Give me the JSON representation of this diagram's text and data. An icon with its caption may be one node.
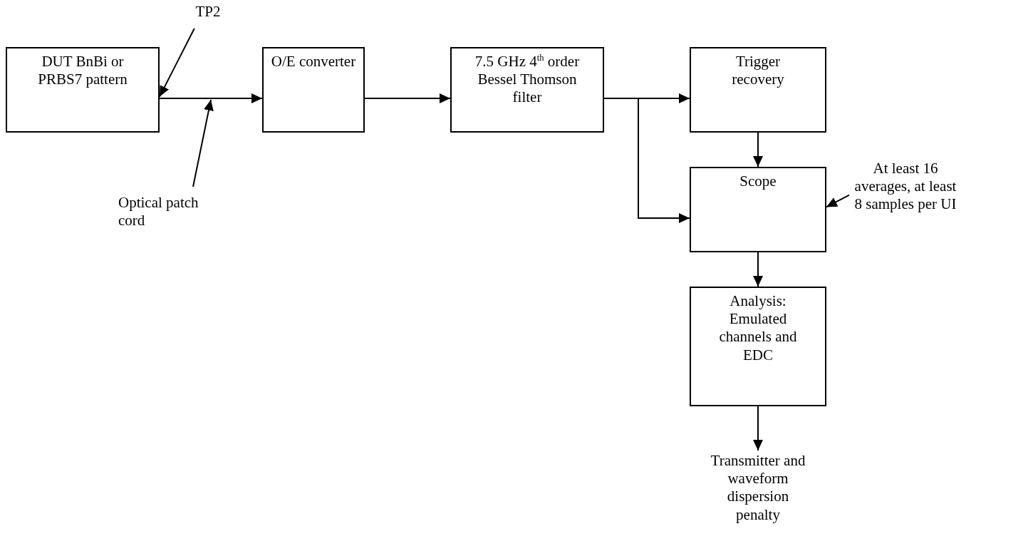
{
  "diagram": {
    "nodes": [
      {
        "text": [
          "DUT BnBi or PRBS7 pattern"
        ]
      },
      {
        "text": [
          "O/E converter"
        ]
      },
      {
        "text": [
          "7.5 GHz 4$^{th}$ order Bessel Thomson filter"
        ]
      },
      {
        "text": [
          "Trigger recovery"
        ]
      },
      {
        "text": [
          "Scope"
        ]
      },
      {
        "text": [
          "Analysis: Emulated channels and EDC"
        ]
      },
      {
        "text": [
          "Transmitter and waveform dispersion penalty"
        ]
      },
      {
        "text": [
          "TP2"
        ]
      },
      {
        "text": [
          "Optical patch cord"
        ]
      },
      {
        "text": [
          "At least 16 averages, at least 8 samples per UI"
        ]
      }
    ],
    "edges": [
      {
        "from": 0,
        "to": 1,
        "arrow": "to"
      },
      {
        "from": 1,
        "to": 2,
        "arrow": "to"
      },
      {
        "from": 2,
        "to": 3,
        "arrow": "to"
      },
      {
        "from": 2,
        "to": 4,
        "arrow": "to"
      },
      {
        "from": 3,
        "to": 4,
        "arrow": "to"
      },
      {
        "from": 4,
        "to": 5,
        "arrow": "to"
      },
      {
        "from": 5,
        "to": 6,
        "arrow": "to"
      },
      {
        "from": 7,
        "to": 0,
        "arrow": "to"
      },
      {
        "from": 8,
        "to": null,
        "arrow": "to"
      },
      {
        "from": 9,
        "to": 4,
        "arrow": "to"
      }
    ]
  }
}
